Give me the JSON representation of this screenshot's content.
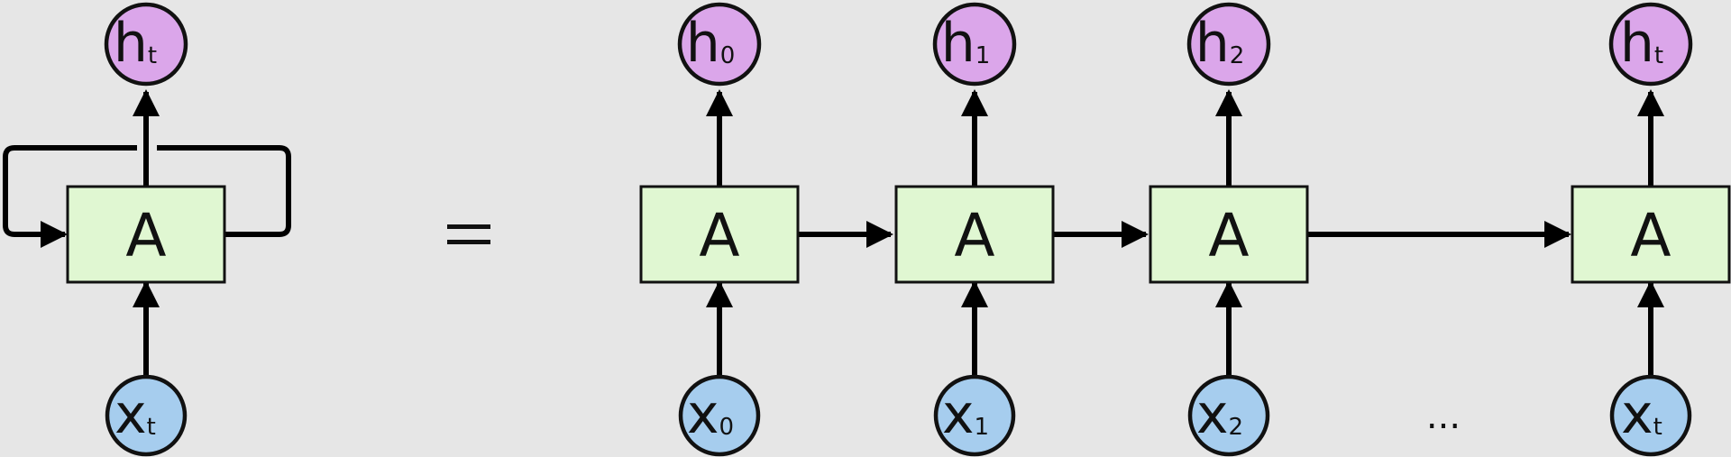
{
  "diagram": {
    "colors": {
      "background": "#e6e6e6",
      "cell_fill": "#e0f7d2",
      "output_fill": "#dba6ea",
      "input_fill": "#a6cdee",
      "stroke": "#111111"
    },
    "rolled": {
      "cell_label": "A",
      "output": {
        "main": "h",
        "sub": "t"
      },
      "input": {
        "main": "x",
        "sub": "t"
      }
    },
    "unrolled": [
      {
        "cell_label": "A",
        "output": {
          "main": "h",
          "sub": "0"
        },
        "input": {
          "main": "x",
          "sub": "0"
        }
      },
      {
        "cell_label": "A",
        "output": {
          "main": "h",
          "sub": "1"
        },
        "input": {
          "main": "x",
          "sub": "1"
        }
      },
      {
        "cell_label": "A",
        "output": {
          "main": "h",
          "sub": "2"
        },
        "input": {
          "main": "x",
          "sub": "2"
        }
      },
      {
        "cell_label": "A",
        "output": {
          "main": "h",
          "sub": "t"
        },
        "input": {
          "main": "x",
          "sub": "t"
        }
      }
    ],
    "ellipsis": "..."
  }
}
